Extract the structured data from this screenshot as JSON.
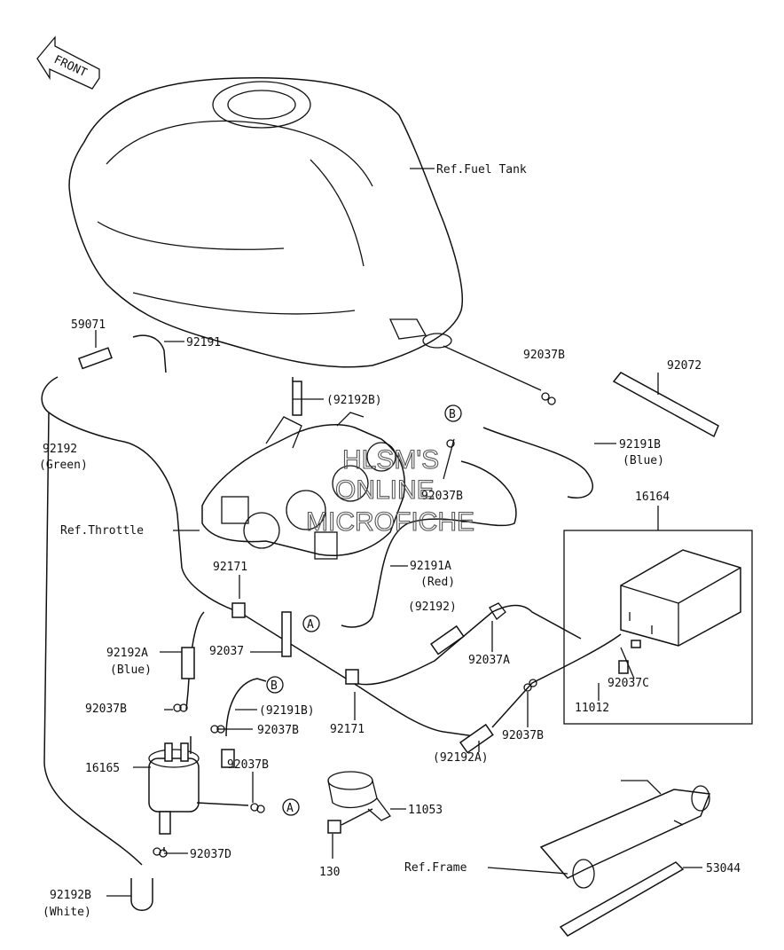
{
  "watermark": {
    "line1": "HLSM'S",
    "line2": "ONLINE",
    "line3": "MICROFICHE"
  },
  "front_label": "FRONT",
  "refs": {
    "fuel_tank": "Ref.Fuel Tank",
    "throttle": "Ref.Throttle",
    "frame": "Ref.Frame"
  },
  "callouts": {
    "A_marker": "A",
    "B_marker": "B"
  },
  "parts": {
    "p59071": "59071",
    "p92191_top": "92191",
    "p92192b_top": "(92192B)",
    "p92192_green": "92192",
    "p92192_green_color": "(Green)",
    "p92037b_tank": "92037B",
    "p92072": "92072",
    "p92191b": "92191B",
    "p92191b_color": "(Blue)",
    "p92037b_mid": "92037B",
    "p16164": "16164",
    "p92191a": "92191A",
    "p92191a_color": "(Red)",
    "p92171_top": "92171",
    "p92192_paren": "(92192)",
    "p92192a_left": "92192A",
    "p92192a_left_color": "(Blue)",
    "p92037": "92037",
    "p92037a": "92037A",
    "p92037c": "92037C",
    "p11012": "11012",
    "p92037b_left": "92037B",
    "p92191b_paren": "(92191B)",
    "p92037b_left2": "92037B",
    "p92171_bottom": "92171",
    "p92037b_right": "92037B",
    "p92192a_paren": "(92192A)",
    "p16165": "16165",
    "p92037b_lower": "92037B",
    "p11053": "11053",
    "p130": "130",
    "p92037d": "92037D",
    "p92192b_white": "92192B",
    "p92192b_white_color": "(White)",
    "p53044": "53044"
  }
}
